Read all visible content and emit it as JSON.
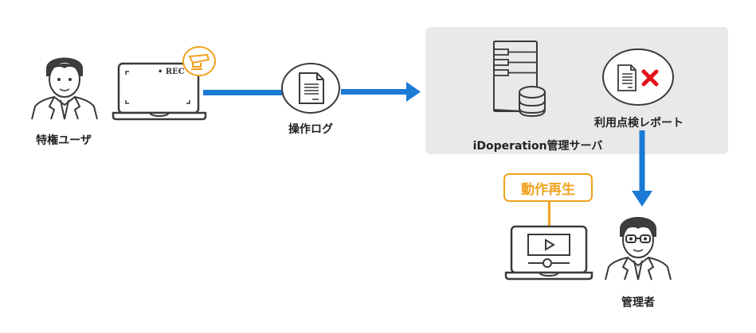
{
  "nodes": {
    "privileged_user": {
      "label": "特権ユーザ",
      "icon": "person-icon"
    },
    "recording_pc": {
      "rec_label": "• REC",
      "icon": "laptop-icon",
      "badge_icon": "camera-icon"
    },
    "operation_log": {
      "label": "操作ログ",
      "icon": "document-icon"
    },
    "server": {
      "label": "iDoperation管理サーバ",
      "icon": "server-database-icon"
    },
    "report": {
      "label": "利用点検レポート",
      "icon": "document-reject-icon"
    },
    "playback": {
      "label": "動作再生",
      "icon": "video-laptop-icon"
    },
    "admin": {
      "label": "管理者",
      "icon": "person-glasses-icon"
    }
  },
  "colors": {
    "arrow": "#1a7ad4",
    "accent": "#f0a21e",
    "panel": "#e9e9e9",
    "reject": "#e3121b",
    "line": "#3a3a3a"
  }
}
